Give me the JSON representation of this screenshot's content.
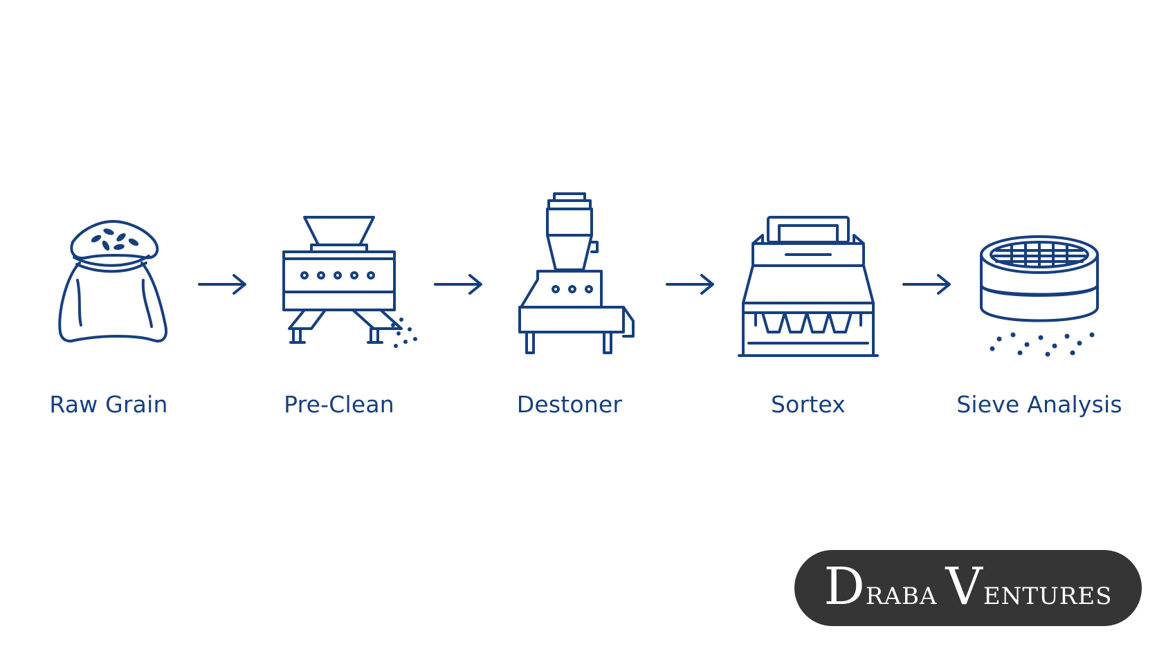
{
  "diagram": {
    "steps": [
      {
        "label": "Raw Grain",
        "icon": "grain-sack-icon"
      },
      {
        "label": "Pre-Clean",
        "icon": "pre-cleaner-machine-icon"
      },
      {
        "label": "Destoner",
        "icon": "destoner-machine-icon"
      },
      {
        "label": "Sortex",
        "icon": "color-sorter-machine-icon"
      },
      {
        "label": "Sieve Analysis",
        "icon": "sieve-icon"
      }
    ],
    "arrow_icon": "right-arrow-icon",
    "line_color": "#163f7e"
  },
  "watermark": {
    "word1_initial": "D",
    "word1_rest": "RABA",
    "word2_initial": "V",
    "word2_rest": "ENTURES",
    "background": "#353535"
  }
}
